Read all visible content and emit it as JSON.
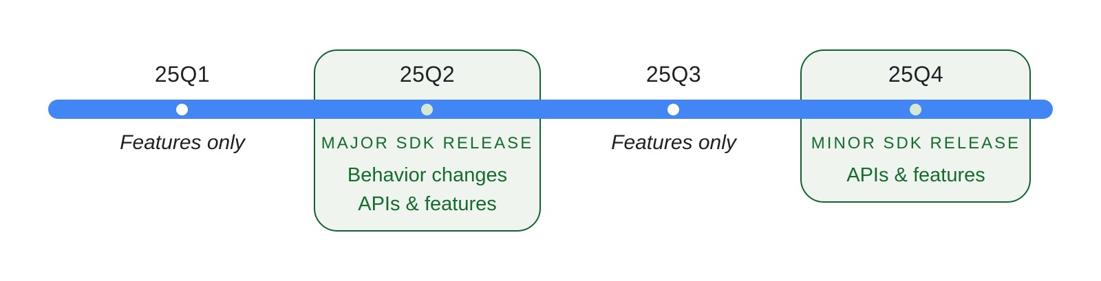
{
  "colors": {
    "bar_blue": "#4285f4",
    "box_fill": "#eff4ee",
    "box_border_green": "#0d652d",
    "green_text": "#146c2e",
    "dark_text": "#202124",
    "dot_plain": "#ffffff",
    "dot_release": "#d5e8d1",
    "background": "#ffffff"
  },
  "timeline": {
    "milestones": [
      {
        "quarter": "25Q1",
        "kind": "plain",
        "dot_color": "#ffffff",
        "note": "Features only"
      },
      {
        "quarter": "25Q2",
        "kind": "boxed",
        "dot_color": "#d5e8d1",
        "heading": "MAJOR SDK RELEASE",
        "lines": [
          "Behavior changes",
          "APIs & features"
        ]
      },
      {
        "quarter": "25Q3",
        "kind": "plain",
        "dot_color": "#ffffff",
        "note": "Features only"
      },
      {
        "quarter": "25Q4",
        "kind": "boxed",
        "dot_color": "#d5e8d1",
        "heading": "MINOR SDK RELEASE",
        "lines": [
          "APIs & features"
        ]
      }
    ]
  }
}
